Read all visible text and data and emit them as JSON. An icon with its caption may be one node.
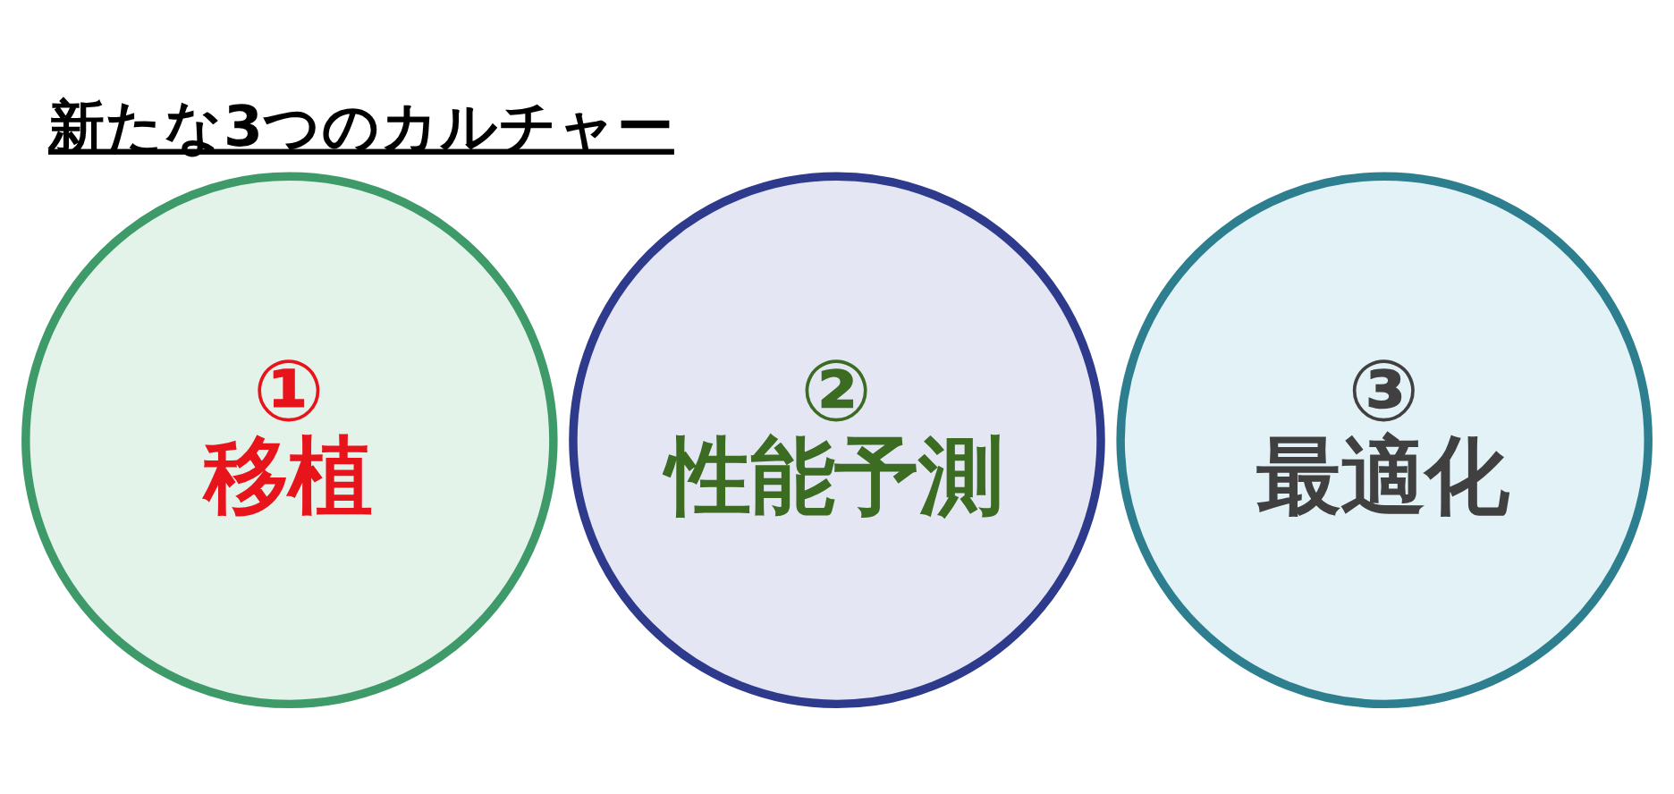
{
  "diagram": {
    "title": "新たな3つのカルチャー",
    "nodes": [
      {
        "text": [
          "①",
          "移植"
        ]
      },
      {
        "text": [
          "②",
          "性能予測"
        ]
      },
      {
        "text": [
          "③",
          "最適化"
        ]
      }
    ]
  }
}
